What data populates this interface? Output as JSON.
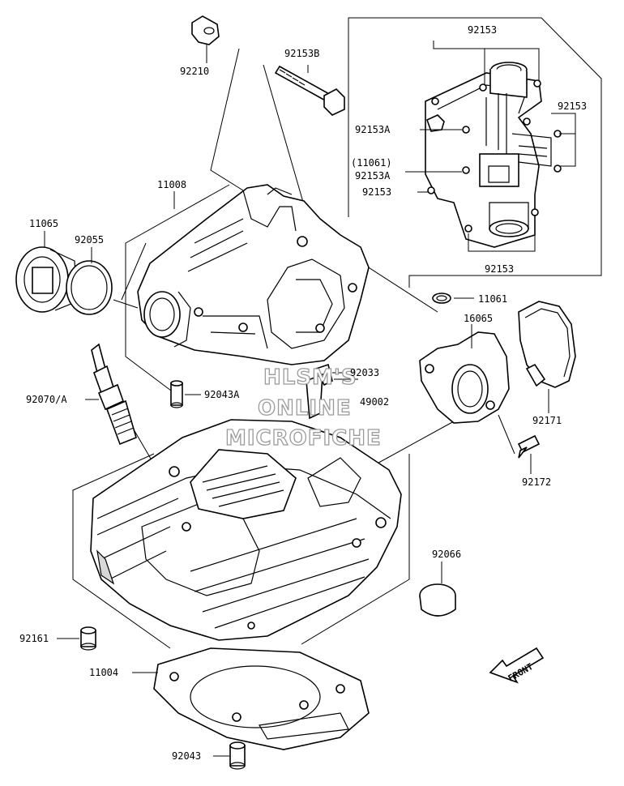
{
  "parts": [
    {
      "id": "p_92210",
      "number": "92210"
    },
    {
      "id": "p_92153b",
      "number": "92153B"
    },
    {
      "id": "p_11008",
      "number": "11008"
    },
    {
      "id": "p_11065",
      "number": "11065"
    },
    {
      "id": "p_92055",
      "number": "92055"
    },
    {
      "id": "p_92070a",
      "number": "92070/A"
    },
    {
      "id": "p_92043a",
      "number": "92043A"
    },
    {
      "id": "p_92033",
      "number": "92033"
    },
    {
      "id": "p_49002",
      "number": "49002"
    },
    {
      "id": "p_92153_top",
      "number": "92153"
    },
    {
      "id": "p_92153_right",
      "number": "92153"
    },
    {
      "id": "p_92153a_1",
      "number": "92153A"
    },
    {
      "id": "p_11061_paren",
      "number": "(11061)"
    },
    {
      "id": "p_92153a_2",
      "number": "92153A"
    },
    {
      "id": "p_92153_left",
      "number": "92153"
    },
    {
      "id": "p_92153_bottom",
      "number": "92153"
    },
    {
      "id": "p_11061",
      "number": "11061"
    },
    {
      "id": "p_16065",
      "number": "16065"
    },
    {
      "id": "p_92171",
      "number": "92171"
    },
    {
      "id": "p_92172",
      "number": "92172"
    },
    {
      "id": "p_92066",
      "number": "92066"
    },
    {
      "id": "p_92161",
      "number": "92161"
    },
    {
      "id": "p_11004",
      "number": "11004"
    },
    {
      "id": "p_92043",
      "number": "92043"
    }
  ],
  "watermark": {
    "line1": "HLSM'S",
    "line2": "ONLINE",
    "line3": "MICROFICHE"
  },
  "front_indicator": "FRONT"
}
